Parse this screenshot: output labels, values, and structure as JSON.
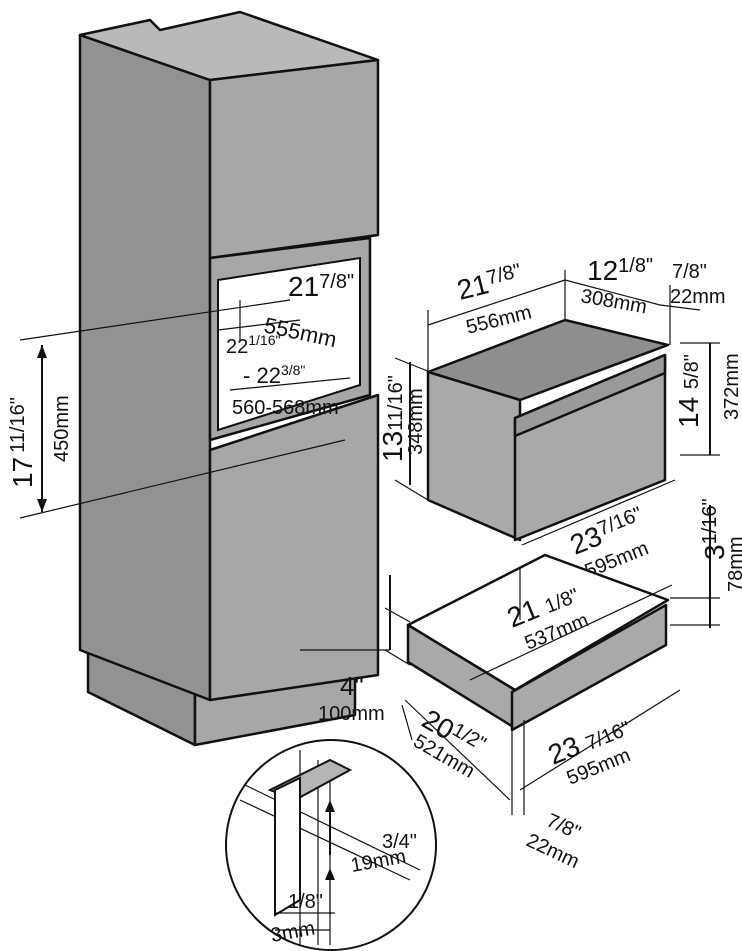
{
  "colors": {
    "cabinet_front": "#a7a7a7",
    "cabinet_side": "#929292",
    "cabinet_top": "#b9b9b9",
    "appliance_front": "#a9a9a9",
    "appliance_top": "#8e8e8e",
    "outline": "#111111"
  },
  "niche": {
    "width_in": "21",
    "width_in_frac": "7/8\"",
    "width_mm": "555mm",
    "height_in_a": "22",
    "height_in_a_frac": "1/16\"",
    "height_sep": "-",
    "height_in_b": "22",
    "height_in_b_frac": "3/8\"",
    "height_mm": "560-568mm"
  },
  "niche_side": {
    "height_in": "17",
    "height_in_frac": "11/16\"",
    "height_mm": "450mm"
  },
  "oven": {
    "width_in": "21",
    "width_in_frac": "7/8\"",
    "width_mm": "556mm",
    "depth_in": "12",
    "depth_in_frac": "1/8\"",
    "depth_mm": "308mm",
    "front_in": "7/8\"",
    "front_mm": "22mm",
    "height_in": "14",
    "height_in_frac": "5/8\"",
    "height_mm": "372mm",
    "body_h_in": "13",
    "body_h_in_frac": "11/16\"",
    "body_h_mm": "348mm",
    "front_w_in": "23",
    "front_w_in_frac": "7/16\"",
    "front_w_mm": "595mm"
  },
  "drawer": {
    "height_in": "3",
    "height_in_frac": "1/16\"",
    "height_mm": "78mm",
    "width_in": "21",
    "width_in_frac": "1/8\"",
    "width_mm": "537mm",
    "gap_in": "4\"",
    "gap_mm": "100mm",
    "depth_in": "20",
    "depth_in_frac": "1/2\"",
    "depth_mm": "521mm",
    "front_w_in": "23",
    "front_w_in_frac": "7/16\"",
    "front_w_mm": "595mm",
    "front_in": "7/8\"",
    "front_mm": "22mm"
  },
  "detail": {
    "gap_in": "3/4\"",
    "gap_mm": "19mm",
    "side_in": "1/8\"",
    "side_mm": "3mm"
  }
}
